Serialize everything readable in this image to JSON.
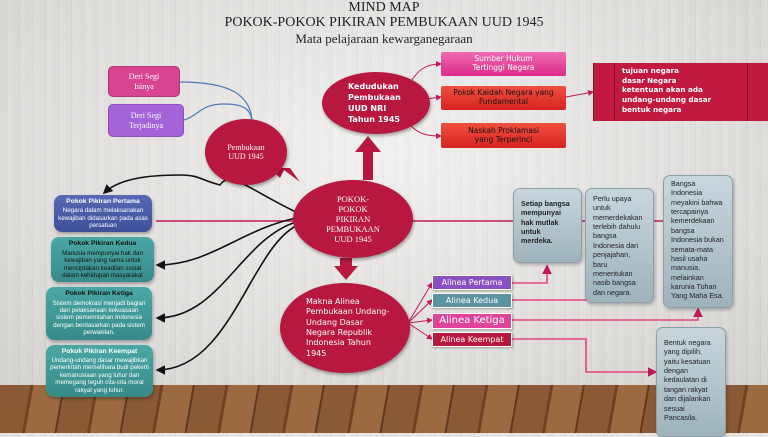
{
  "title": {
    "line1": "MIND MAP",
    "line2": "POKOK-POKOK PIKIRAN PEMBUKAAN UUD 1945",
    "line3": "Mata pelajaraan kewarganegaraan"
  },
  "pembukaan": {
    "label": "Pembukaan UUD 1945",
    "segi_isi": "Deri Segi Isinya",
    "segi_terjadi": "Deri Segi Terjadinya"
  },
  "kedudukan": {
    "label": "Kedudukan Pembukaan UUD NRI Tahun 1945",
    "items": [
      "Sumber Hukum Tertinggi Negara",
      "Pokok Kaidah Negara yang Fundamental",
      "Naskah Proklamasi yang Terperinci"
    ],
    "detail": [
      "tujuan negara",
      "dasar Negara",
      "ketentuan akan ada",
      "undang-undang dasar",
      "bentuk negara"
    ]
  },
  "center": {
    "label": "POKOK-POKOK PIKIRAN PEMBUKAAN UUD 1945"
  },
  "pokok_pikiran": [
    {
      "title": "Pokok Pikiran Pertama",
      "text": "Negara dalam melaksanakan kewajiban didasarkan pada asas persatuan"
    },
    {
      "title": "Pokok Pikiran Kedua",
      "text": "Manusia mempunyai hak dan kewajiban yang sama untuk menciptakan keadilan sosial dalam kehidupan masyarakat"
    },
    {
      "title": "Pokok Pikiran Ketiga",
      "text": "Sistem demokrasi menjadi bagian dari pelaksanaan kekuasaan sistem pemerintahan Indonesia dengan berdasarkan pada sistem perwakilan."
    },
    {
      "title": "Pokok Pikiran Keempat",
      "text": "Undang-undang dasar mewajibkan pemerintah memelihara budi pekerti kemanusiaan yang luhur dan memegang teguh cita-cita moral rakyat yang luhur."
    }
  ],
  "makna": {
    "label": "Makna Alinea Pembukaan Undang-Undang Dasar Negara Republik Indonesia Tahun 1945",
    "alinea": [
      "Alinea Pertama",
      "Alinea Kedua",
      "Alinea Ketiga",
      "Alinea Keempat"
    ],
    "explain": [
      "Setiap bangsa mempunyai hak mutlak untuk merdeka.",
      "Perlu upaya untuk memerdekakan terlebih dahulu bangsa Indonesia dari penjajahan, baru menentukan nasib bangsa dan negara.",
      "Bangsa Indonesia meyakini bahwa tercapainya kemerdekaan bangsa Indonesia bukan semata-mata hasil usaha manusia, melainkan karunia Tuhan Yang Maha Esa.",
      "Bentuk negara yang dipilih, yaitu kesatuan dengan kedaulatan di tangan rakyat dan dijalankan sesuai Pancasila."
    ]
  },
  "colors": {
    "crimson": "#b8183f",
    "pink": "#d8448f",
    "purple": "#a463d8",
    "red": "#e0342f",
    "teal": "#3f9a98",
    "blue": "#4a5da8"
  }
}
